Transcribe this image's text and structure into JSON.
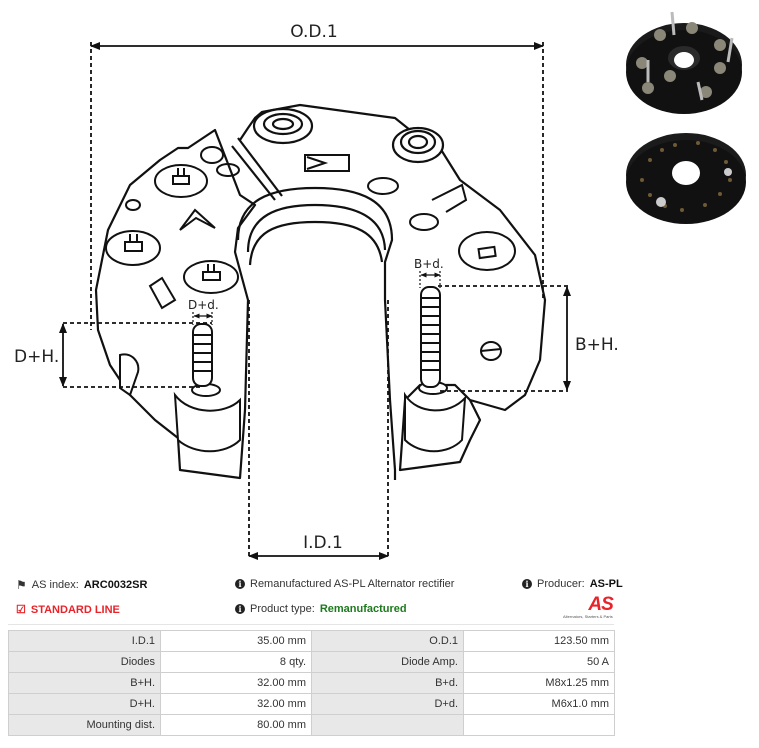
{
  "diagram": {
    "title": "Alternator rectifier dimension drawing",
    "labels": {
      "od": "O.D.1",
      "id": "I.D.1",
      "bh": "B+H.",
      "bd": "B+d.",
      "dh": "D+H.",
      "dd": "D+d."
    }
  },
  "photos": {
    "top_alt": "Rectifier top view photo",
    "bottom_alt": "Rectifier bottom view photo"
  },
  "info": {
    "as_index_label": "AS index:",
    "as_index_value": "ARC0032SR",
    "standard_line": "STANDARD LINE",
    "description": "Remanufactured AS-PL Alternator rectifier",
    "product_type_label": "Product type:",
    "product_type_value": "Remanufactured",
    "producer_label": "Producer:",
    "producer_value": "AS-PL",
    "logo_text": "AS",
    "logo_tagline": "Alternators, Starters & Parts"
  },
  "colors": {
    "standard_line": "#e8232a",
    "product_type": "#1d7a1d",
    "logo": "#e8232a"
  },
  "specs": {
    "rows": [
      {
        "l1": "I.D.1",
        "v1": "35.00 mm",
        "l2": "O.D.1",
        "v2": "123.50 mm"
      },
      {
        "l1": "Diodes",
        "v1": "8 qty.",
        "l2": "Diode Amp.",
        "v2": "50 A"
      },
      {
        "l1": "B+H.",
        "v1": "32.00 mm",
        "l2": "B+d.",
        "v2": "M8x1.25 mm"
      },
      {
        "l1": "D+H.",
        "v1": "32.00 mm",
        "l2": "D+d.",
        "v2": "M6x1.0 mm"
      },
      {
        "l1": "Mounting dist.",
        "v1": "80.00 mm",
        "l2": "",
        "v2": ""
      }
    ]
  }
}
